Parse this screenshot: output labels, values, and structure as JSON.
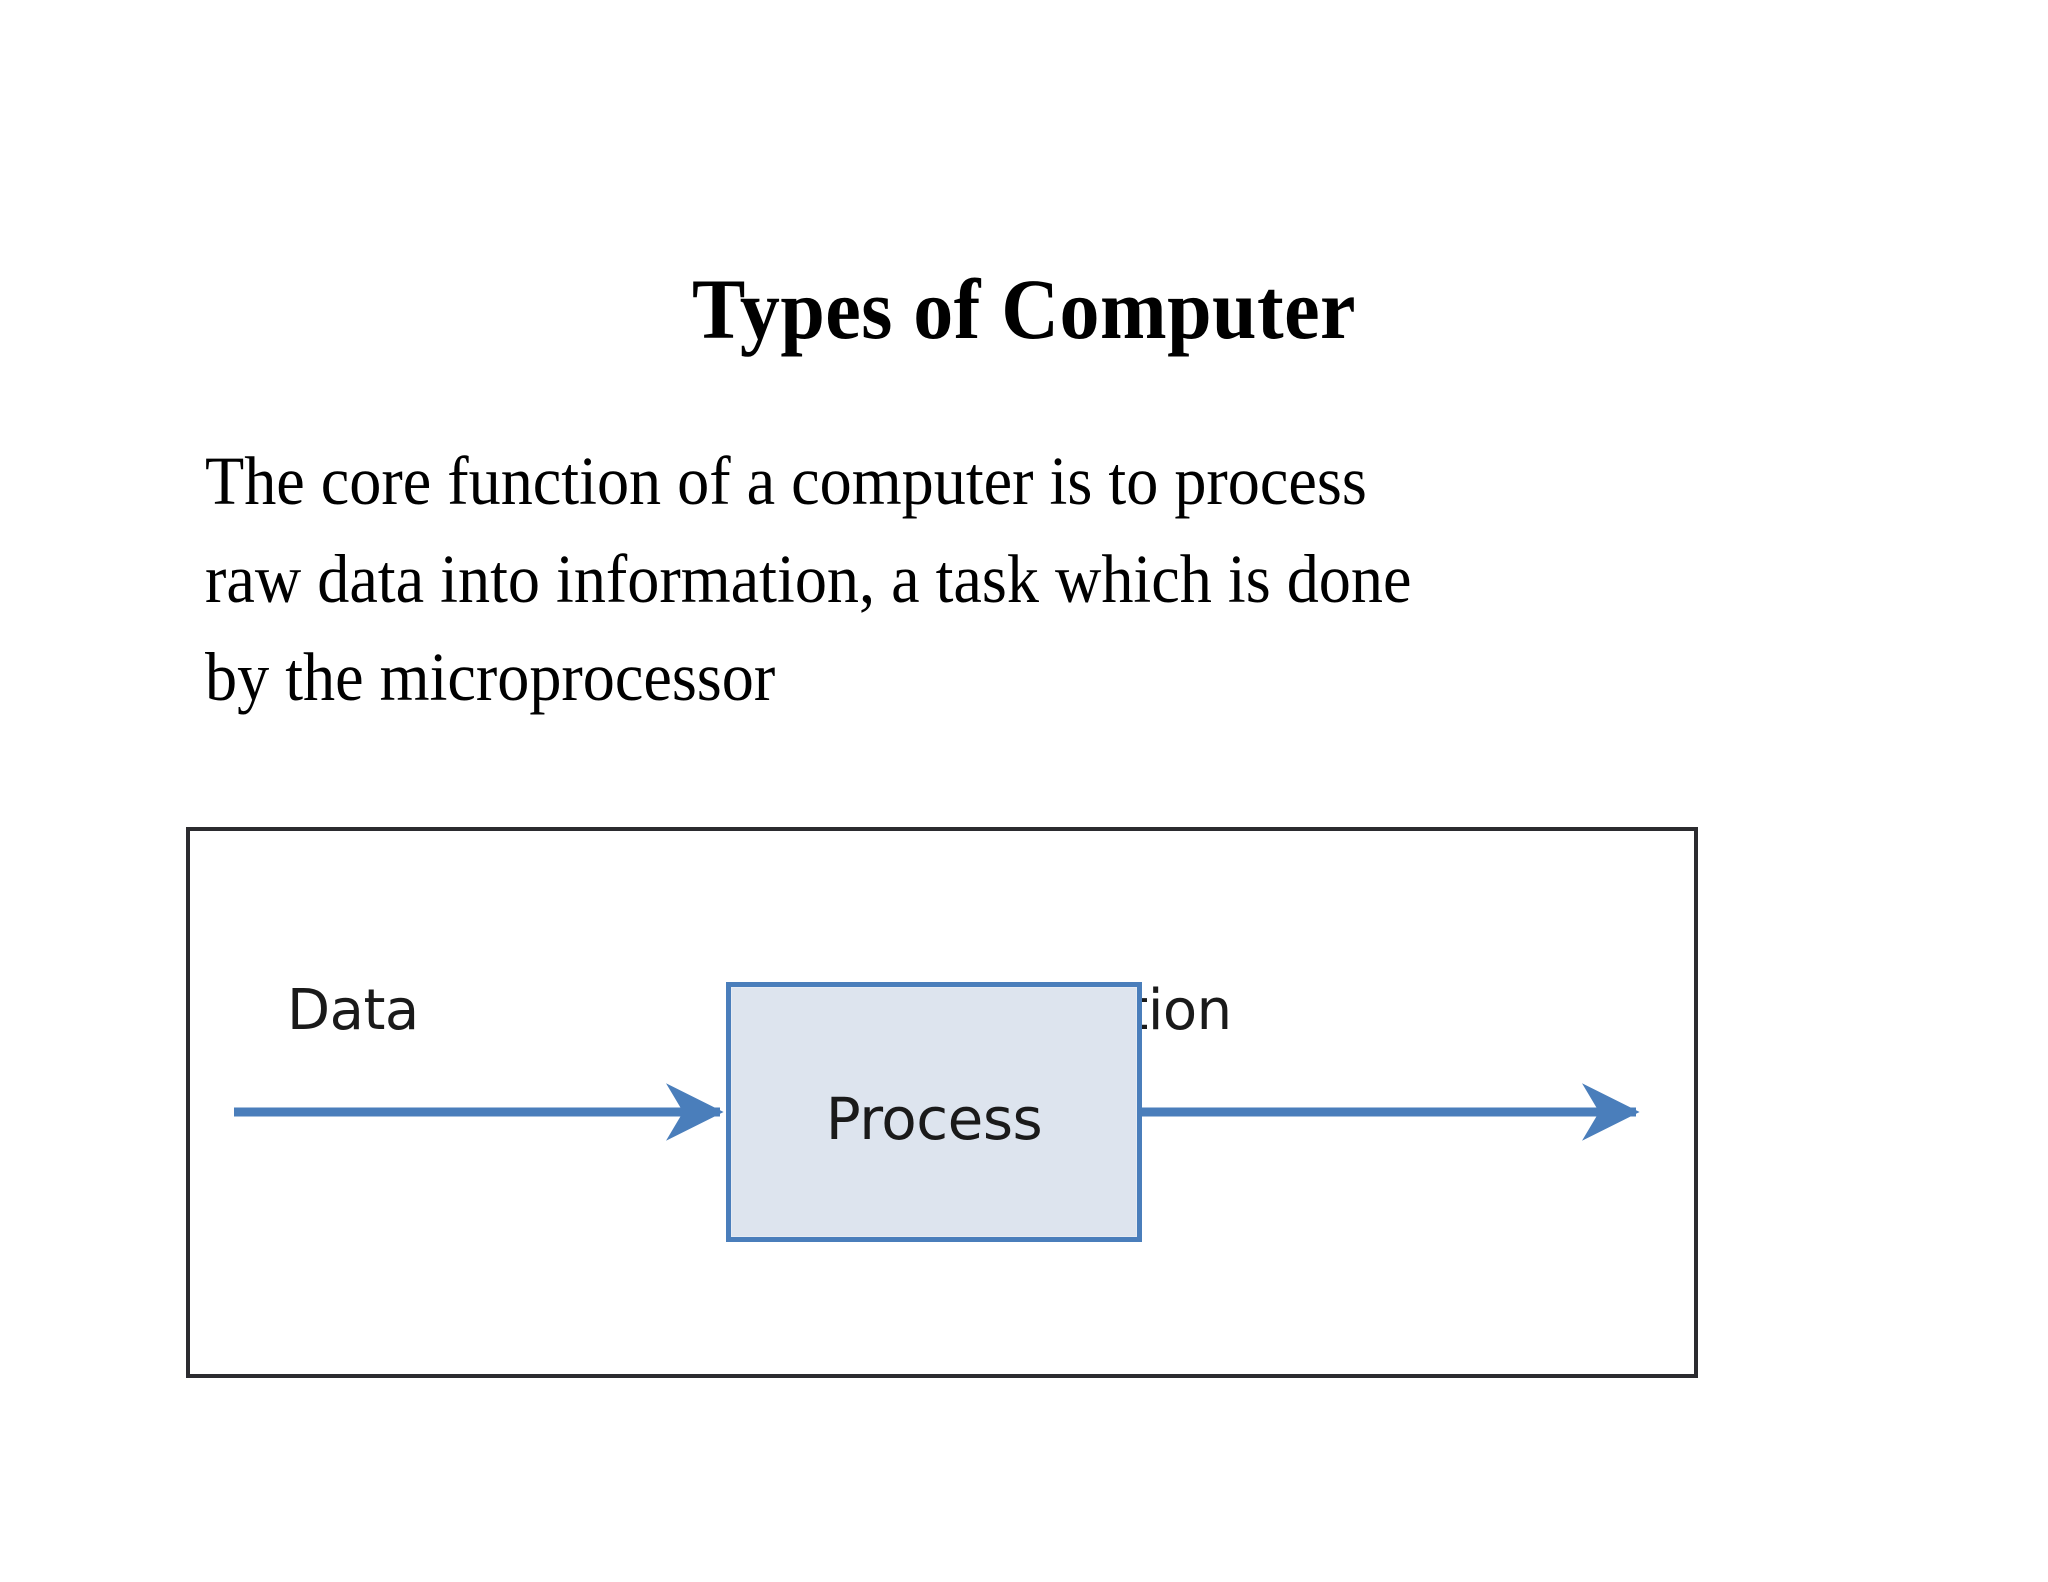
{
  "slide": {
    "title": "Types of Computer",
    "body_lines": [
      "The core function of a computer is to process",
      "raw data into information, a task which is done",
      "by the microprocessor"
    ]
  },
  "diagram": {
    "name": "data-process-information-flow",
    "input_label": "Data",
    "process_label": "Process",
    "output_label": "Information",
    "colors": {
      "box_fill": "#dde4ee",
      "box_border": "#4a7ebb",
      "arrow": "#4a7ebb",
      "frame_border": "#2b2b2f",
      "background": "#ffffff",
      "text": "#1a1a1a"
    }
  }
}
